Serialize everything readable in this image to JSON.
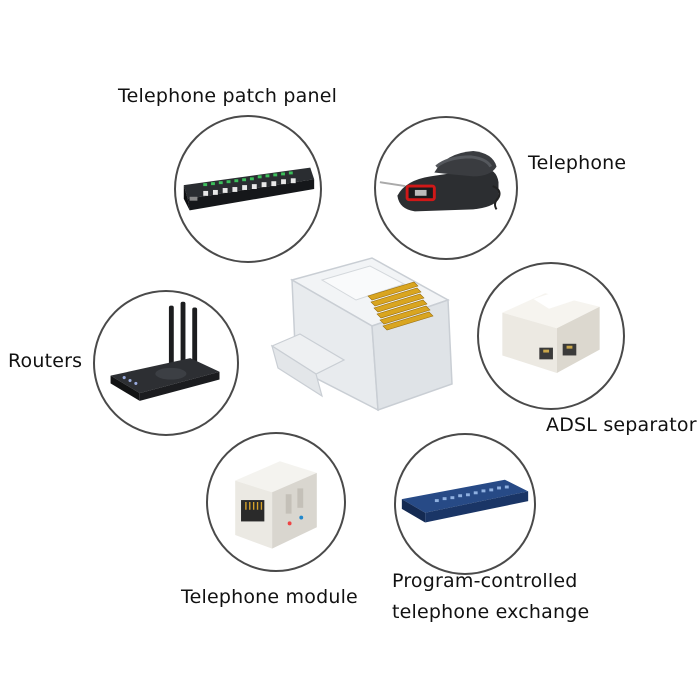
{
  "labels": {
    "patch_panel": "Telephone patch panel",
    "telephone": "Telephone",
    "routers": "Routers",
    "adsl": "ADSL separator",
    "module": "Telephone module",
    "exchange_line1": "Program-controlled",
    "exchange_line2": "telephone exchange"
  },
  "product": {
    "name": "rj11-connector",
    "pin_count": 6
  },
  "colors": {
    "circle_border": "#4a4a4a",
    "gold_pins": "#d9a520",
    "panel_dark": "#1f2226",
    "exchange_blue": "#1f3f7a"
  }
}
